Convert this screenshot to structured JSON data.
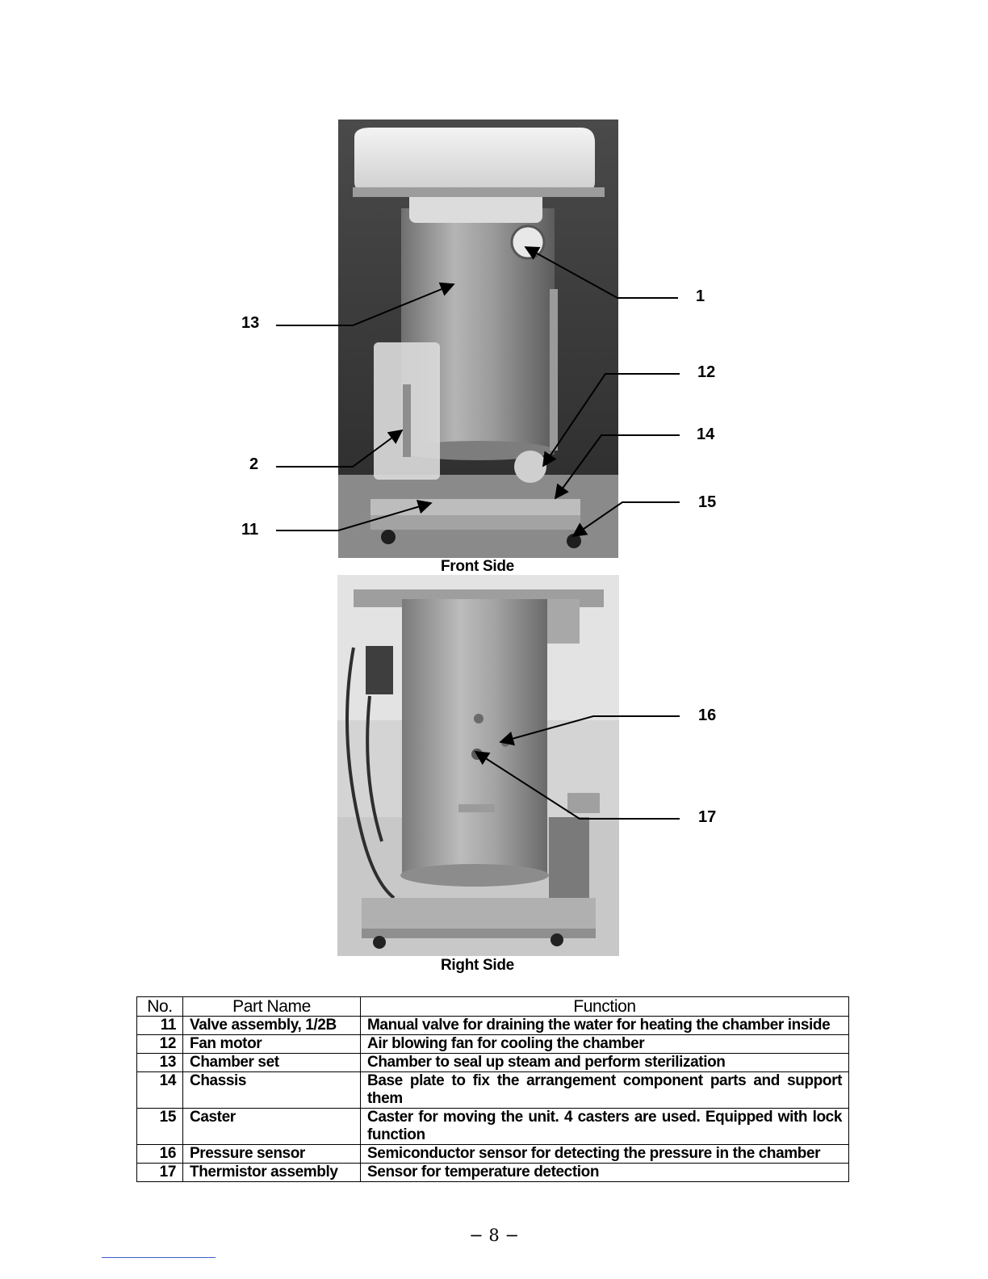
{
  "figures": {
    "front": {
      "caption": "Front Side"
    },
    "right": {
      "caption": "Right Side"
    }
  },
  "callouts": {
    "c1": "1",
    "c2": "2",
    "c11": "11",
    "c12": "12",
    "c13": "13",
    "c14": "14",
    "c15": "15",
    "c16": "16",
    "c17": "17"
  },
  "table": {
    "headers": {
      "no": "No.",
      "name": "Part Name",
      "function": "Function"
    },
    "rows": [
      {
        "no": "11",
        "name": "Valve assembly, 1/2B",
        "function": "Manual valve for draining the water for heating the chamber inside"
      },
      {
        "no": "12",
        "name": "Fan motor",
        "function": "Air blowing fan for cooling the chamber"
      },
      {
        "no": "13",
        "name": "Chamber set",
        "function": "Chamber to seal up steam and perform sterilization"
      },
      {
        "no": "14",
        "name": "Chassis",
        "function": "Base plate to fix the arrangement component parts and support them"
      },
      {
        "no": "15",
        "name": "Caster",
        "function": "Caster for moving the unit. 4 casters are used. Equipped with lock function"
      },
      {
        "no": "16",
        "name": "Pressure sensor",
        "function": "Semiconductor sensor for detecting the pressure in the chamber"
      },
      {
        "no": "17",
        "name": "Thermistor assembly",
        "function": "Sensor for temperature detection"
      }
    ]
  },
  "page_number": "− 8 −"
}
